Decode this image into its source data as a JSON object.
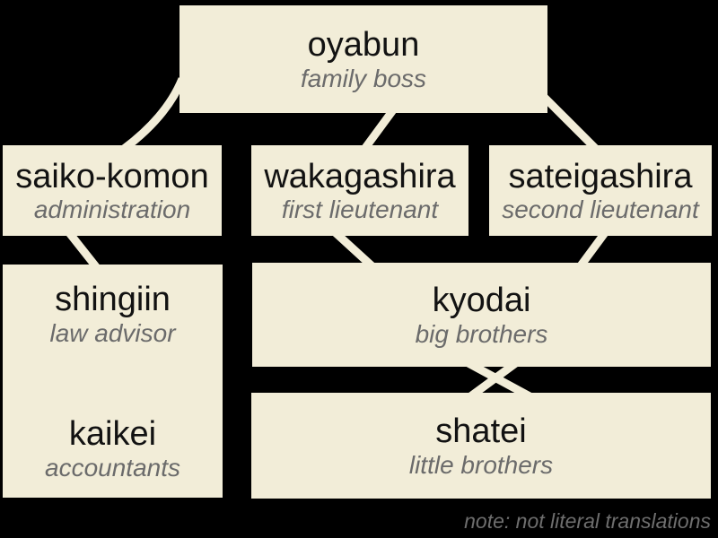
{
  "boxes": {
    "oyabun": {
      "label": "oyabun",
      "translation": "family boss"
    },
    "saiko_komon": {
      "label": "saiko-komon",
      "translation": "administration"
    },
    "wakagashira": {
      "label": "wakagashira",
      "translation": "first lieutenant"
    },
    "sateigashira": {
      "label": "sateigashira",
      "translation": "second lieutenant"
    },
    "shingiin": {
      "label": "shingiin",
      "translation": "law advisor"
    },
    "kaikei": {
      "label": "kaikei",
      "translation": "accountants"
    },
    "kyodai": {
      "label": "kyodai",
      "translation": "big brothers"
    },
    "shatei": {
      "label": "shatei",
      "translation": "little brothers"
    }
  },
  "connections": [
    {
      "from": "oyabun",
      "to": "saiko-komon",
      "style": "curved"
    },
    {
      "from": "oyabun",
      "to": "wakagashira",
      "style": "straight"
    },
    {
      "from": "oyabun",
      "to": "sateigashira",
      "style": "straight"
    },
    {
      "from": "saiko-komon",
      "to": "shingiin",
      "style": "straight"
    },
    {
      "from": "wakagashira",
      "to": "kyodai",
      "style": "straight"
    },
    {
      "from": "sateigashira",
      "to": "kyodai",
      "style": "straight"
    },
    {
      "from": "kyodai",
      "to": "shatei",
      "style": "crossed-x"
    }
  ],
  "note": "note: not literal translations",
  "colors": {
    "background": "#000000",
    "box_fill": "#f2edd8",
    "title_text": "#121212",
    "subtitle_text": "#6b6b6b",
    "connector": "#f2edd8",
    "note_text": "#6e6e6e"
  }
}
